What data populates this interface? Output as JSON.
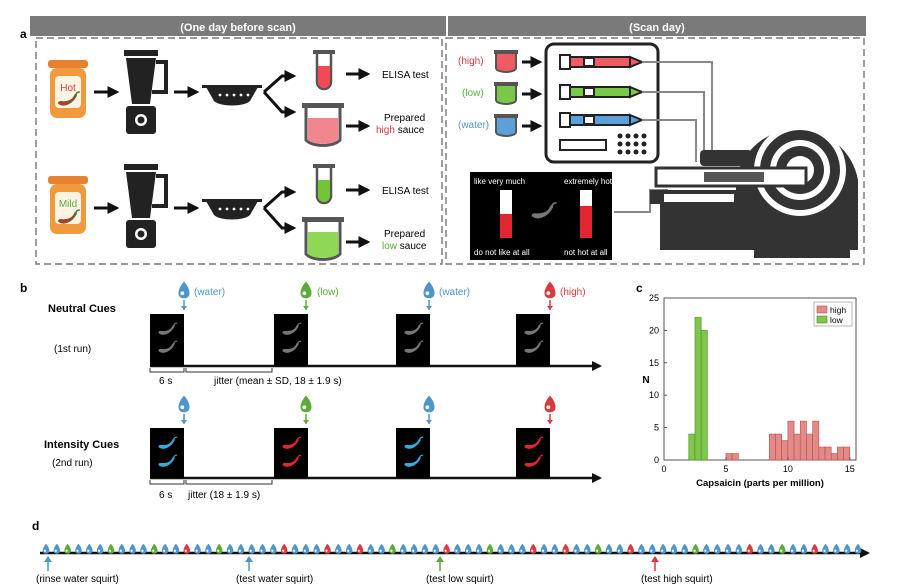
{
  "panel_a": {
    "label": "a",
    "left_header": "(One day before scan)",
    "right_header": "(Scan day)",
    "jar_hot": "Hot",
    "jar_mild": "Mild",
    "elisa_1": "ELISA test",
    "elisa_2": "ELISA test",
    "prepared_1": "Prepared",
    "high_word": "high",
    "sauce_1": "sauce",
    "prepared_2": "Prepared",
    "low_word": "low",
    "sauce_2": "sauce",
    "cup_high": "(high)",
    "cup_low": "(low)",
    "cup_water": "(water)",
    "rating_like_top": "like very much",
    "rating_like_bottom": "do not like at all",
    "rating_hot_top": "extremely hot",
    "rating_hot_bottom": "not hot at all"
  },
  "panel_b": {
    "label": "b",
    "neutral_title": "Neutral Cues",
    "neutral_run": "(1st run)",
    "intensity_title": "Intensity Cues",
    "intensity_run": "(2nd run)",
    "drop1": "(water)",
    "drop2": "(low)",
    "drop3": "(water)",
    "drop4": "(high)",
    "six_s_1": "6 s",
    "jitter_1": "jitter (mean ± SD, 18 ± 1.9 s)",
    "six_s_2": "6 s",
    "jitter_2": "jitter (18 ± 1.9 s)"
  },
  "panel_d": {
    "label": "d",
    "rinse": "(rinse water squirt)",
    "test_water": "(test water squirt)",
    "test_low": "(test low squirt)",
    "test_high": "(test high squirt)",
    "sequence": "wwgwwwgwwwgwwrwwgwwwwwrwwwrwwrwwgwwwwrwwwgwwwrwwrwwgwwrwwwwwgwwwwrwwgwwrwwww"
  },
  "colors": {
    "water": "#4f95cd",
    "low": "#5bab3a",
    "high": "#d83a3f",
    "header": "#7a7a7a",
    "hist_high": "#e38a88",
    "hist_low": "#7ec74a"
  },
  "chart_data": {
    "type": "bar",
    "panel_label": "c",
    "xlabel": "Capsaicin (parts per million)",
    "ylabel": "N",
    "xlim": [
      0,
      15.5
    ],
    "ylim": [
      0,
      25
    ],
    "xticks": [
      "0",
      "5",
      "10",
      "15"
    ],
    "yticks": [
      "0",
      "5",
      "10",
      "15",
      "20",
      "25"
    ],
    "legend_position": "top-right",
    "bin_width": 0.5,
    "series": [
      {
        "name": "high",
        "bin_starts": [
          5.0,
          5.5,
          8.5,
          9.0,
          9.5,
          10.0,
          10.5,
          11.0,
          11.5,
          12.0,
          12.5,
          13.0,
          13.5,
          14.0,
          14.5
        ],
        "values": [
          1,
          1,
          4,
          4,
          3,
          6,
          4,
          6,
          4,
          6,
          2,
          2,
          1,
          2,
          2
        ]
      },
      {
        "name": "low",
        "bin_starts": [
          2.0,
          2.5,
          3.0
        ],
        "values": [
          4,
          22,
          20
        ]
      }
    ]
  }
}
